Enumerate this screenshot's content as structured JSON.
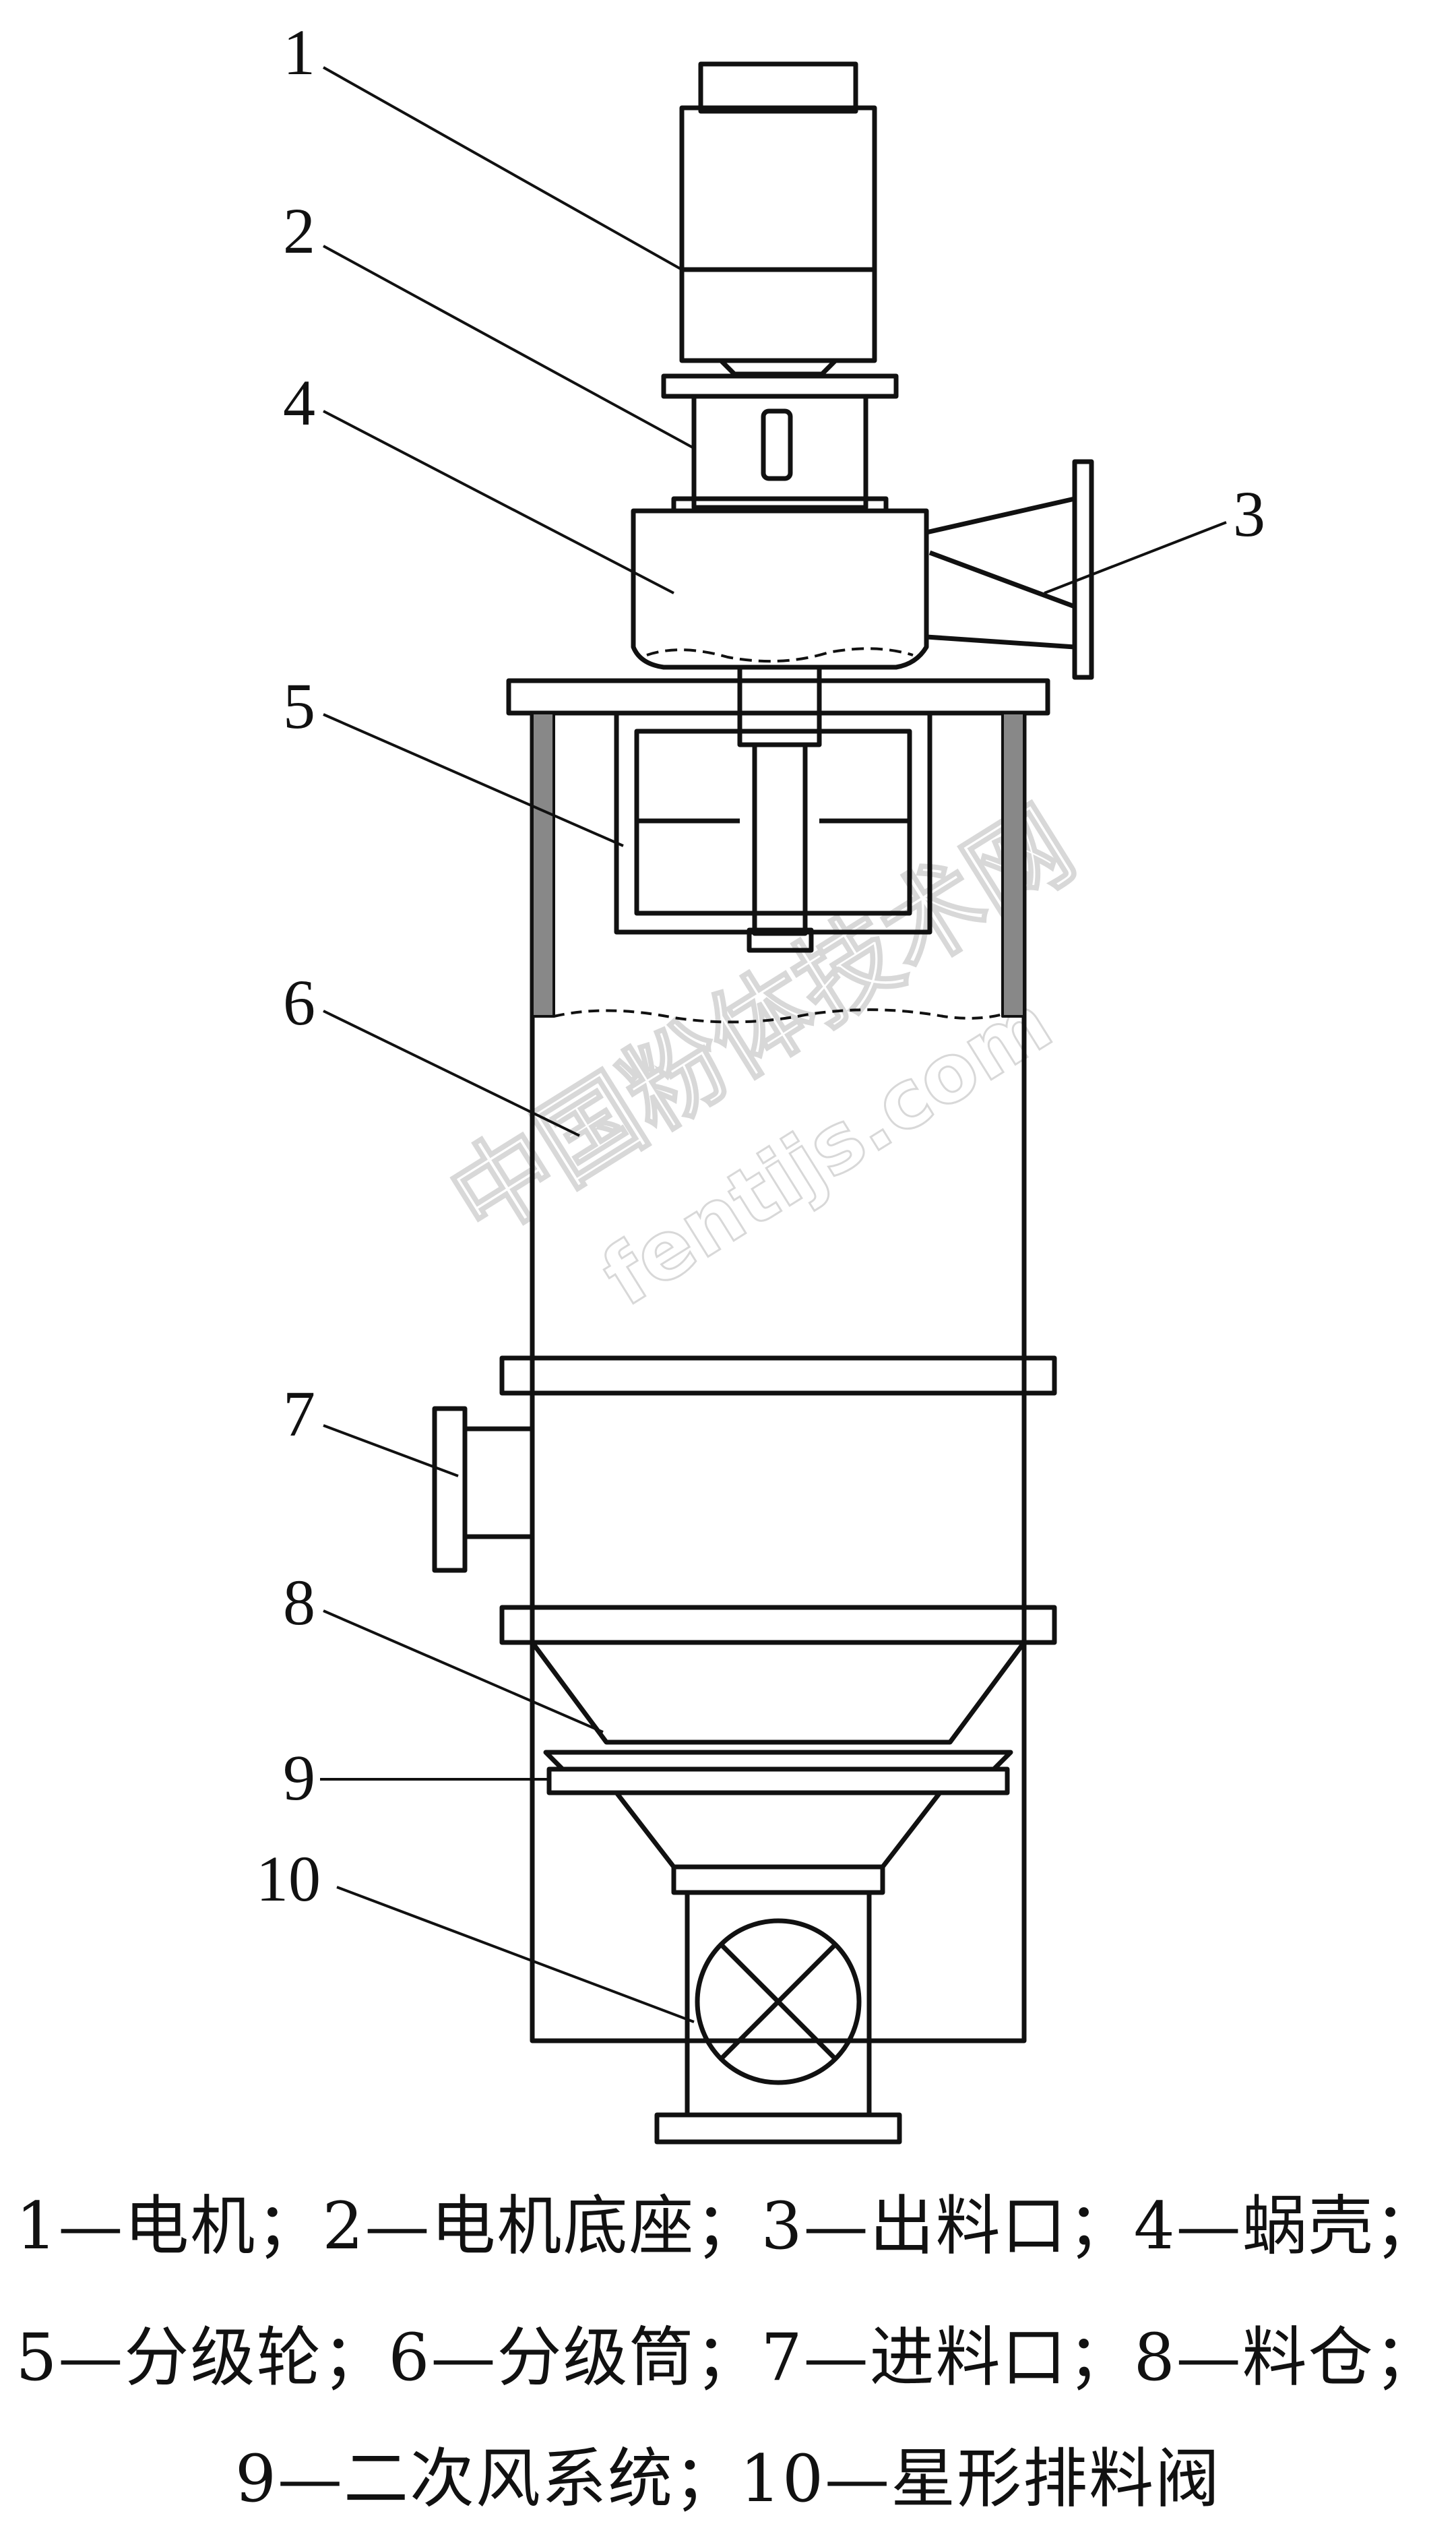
{
  "callouts": {
    "c1": "1",
    "c2": "2",
    "c3": "3",
    "c4": "4",
    "c5": "5",
    "c6": "6",
    "c7": "7",
    "c8": "8",
    "c9": "9",
    "c10": "10"
  },
  "watermark": {
    "line1": "中国粉体技术网",
    "line2": "fentijs.com"
  },
  "legend": {
    "line1": "1—电机；2—电机底座；3—出料口；4—蜗壳；",
    "line2": "5—分级轮；6—分级筒；7—进料口；8—料仓；",
    "line3": "9—二次风系统；10—星形排料阀"
  }
}
